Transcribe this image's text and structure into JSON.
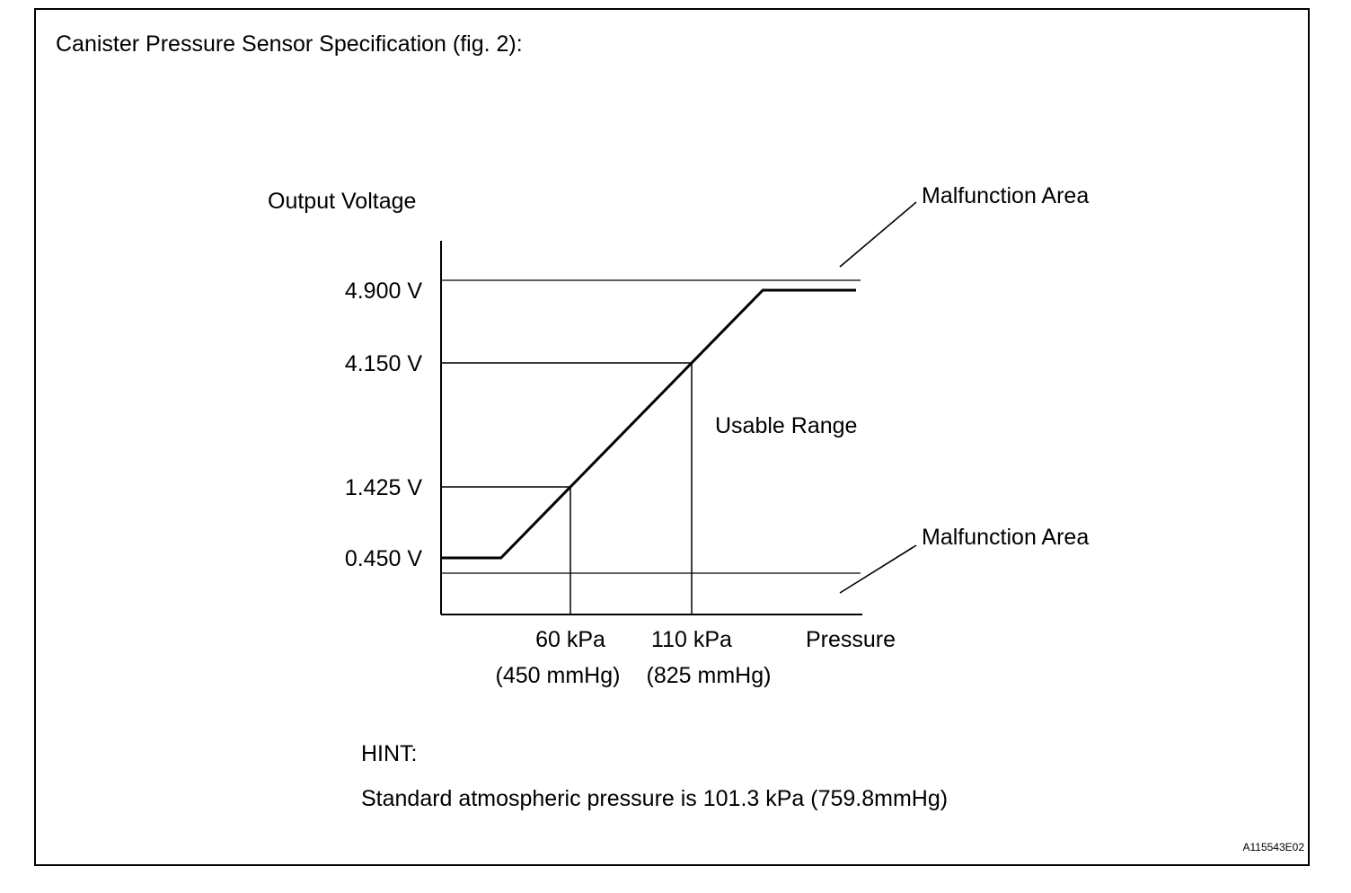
{
  "page": {
    "title": "Canister Pressure Sensor Specification (fig. 2):",
    "hint_label": "HINT:",
    "hint_text": "Standard atmospheric pressure is 101.3 kPa (759.8mmHg)",
    "figure_code": "A115543E02"
  },
  "chart_data": {
    "type": "line",
    "ylabel": "Output Voltage",
    "xlabel": "Pressure",
    "y_ticks": [
      {
        "value": 4.9,
        "label": "4.900 V"
      },
      {
        "value": 4.15,
        "label": "4.150 V"
      },
      {
        "value": 1.425,
        "label": "1.425 V"
      },
      {
        "value": 0.45,
        "label": "0.450 V"
      }
    ],
    "x_ticks": [
      {
        "value": 60,
        "label": "60 kPa",
        "sublabel": "(450 mmHg)"
      },
      {
        "value": 110,
        "label": "110 kPa",
        "sublabel": "(825 mmHg)"
      }
    ],
    "characteristic": {
      "x": [
        60,
        110
      ],
      "y": [
        1.425,
        4.15
      ]
    },
    "annotations": {
      "upper_area": "Malfunction Area",
      "lower_area": "Malfunction Area",
      "usable_range": "Usable Range"
    },
    "colors": {
      "line": "#000000",
      "background": "#ffffff"
    }
  }
}
